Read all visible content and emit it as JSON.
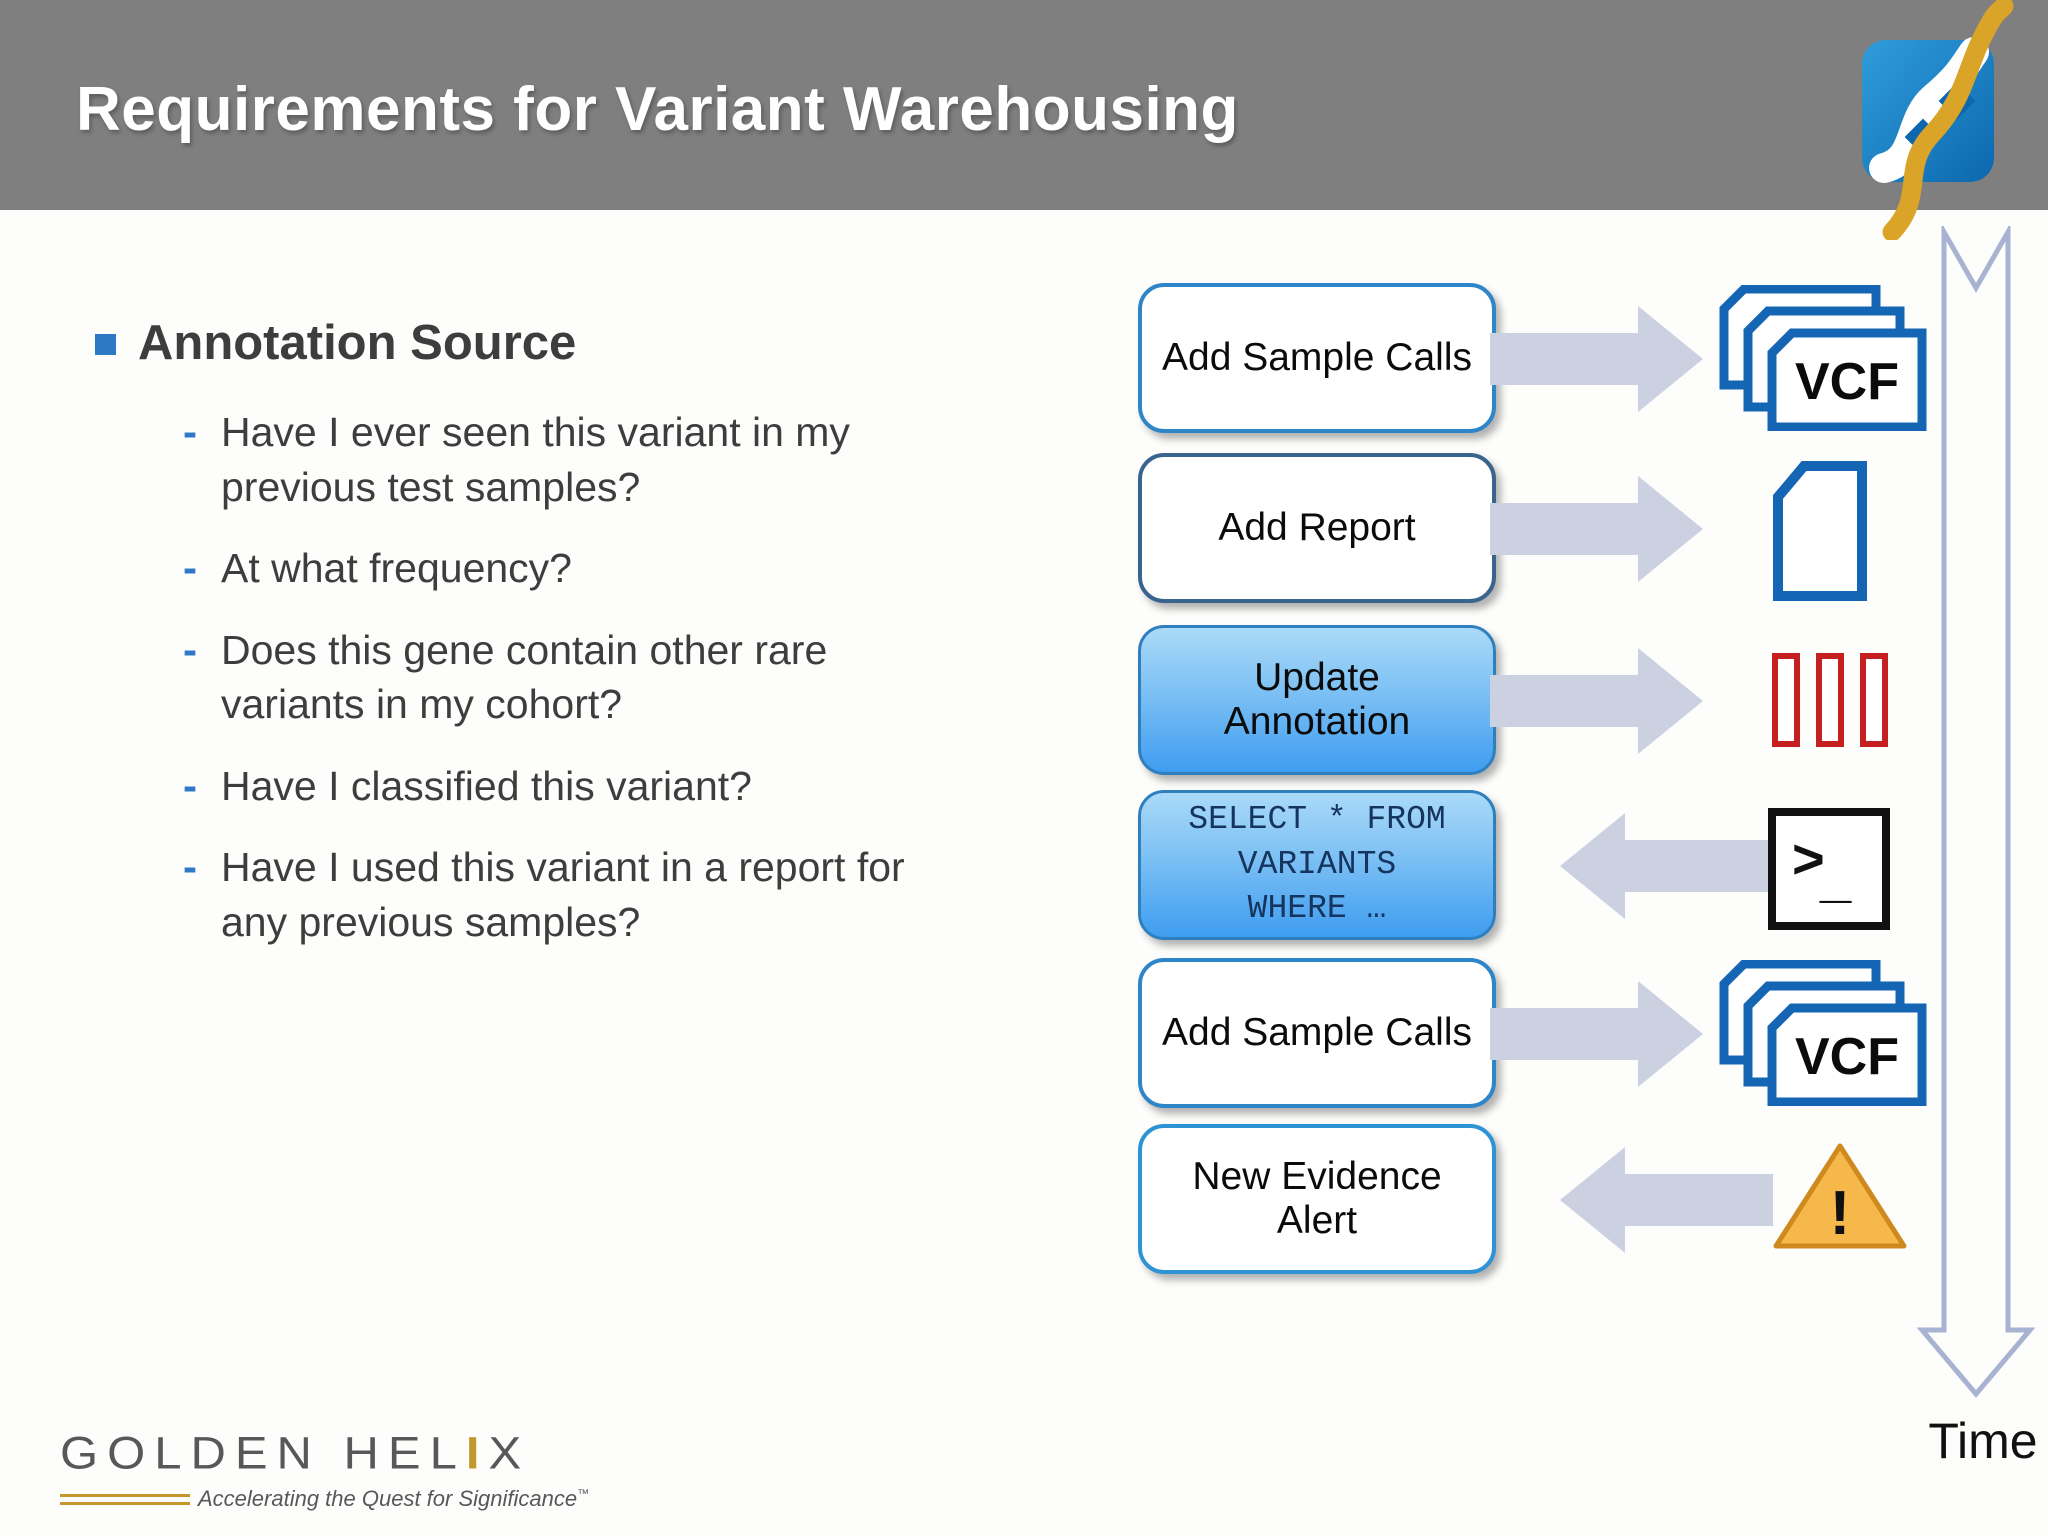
{
  "slide": {
    "title": "Requirements for Variant Warehousing",
    "bullets": {
      "heading": "Annotation Source",
      "items": [
        "Have I ever seen this variant in my previous test samples?",
        "At what frequency?",
        "Does this gene contain other rare variants in my cohort?",
        "Have I classified this variant?",
        "Have I used this variant in a report for any previous samples?"
      ]
    },
    "diagram": {
      "rows": [
        {
          "label": "Add Sample Calls",
          "style": "white",
          "direction": "right",
          "icon": "vcf-documents"
        },
        {
          "label": "Add Report",
          "style": "white",
          "direction": "right",
          "icon": "report-document"
        },
        {
          "label": "Update Annotation",
          "style": "blue-gradient",
          "direction": "right",
          "icon": "annotation-tracks"
        },
        {
          "label": "SELECT * FROM VARIANTS WHERE …",
          "lines": [
            "SELECT * FROM",
            "VARIANTS",
            "WHERE …"
          ],
          "style": "blue-gradient-code",
          "direction": "left",
          "icon": "terminal"
        },
        {
          "label": "Add Sample Calls",
          "style": "white",
          "direction": "right",
          "icon": "vcf-documents"
        },
        {
          "label": "New Evidence Alert",
          "style": "white",
          "direction": "left",
          "icon": "warning-triangle"
        }
      ],
      "vcf_label": "VCF",
      "terminal_prompt": ">",
      "terminal_cursor": "_",
      "warning_glyph": "!",
      "time_label": "Time"
    },
    "footer": {
      "brand_left": "GOLDEN HEL",
      "brand_i": "I",
      "brand_right": "X",
      "tagline": "Accelerating the Quest for Significance",
      "tm": "™"
    },
    "colors": {
      "header_gray": "#7f7f7f",
      "accent_blue": "#2e79c6",
      "box_border_blue": "#2e86c8",
      "box_border_steel": "#39648e",
      "gradient_top": "#aadaf8",
      "gradient_bottom": "#3f9df0",
      "flow_arrow": "#ccd1e2",
      "vcf_border": "#1565b5",
      "track_red": "#c42021",
      "warning_fill": "#f7b84b",
      "warning_border": "#d0891c",
      "time_arrow_stroke": "#a8b2d1",
      "brand_gray": "#58585a",
      "brand_gold": "#c3962e"
    }
  }
}
